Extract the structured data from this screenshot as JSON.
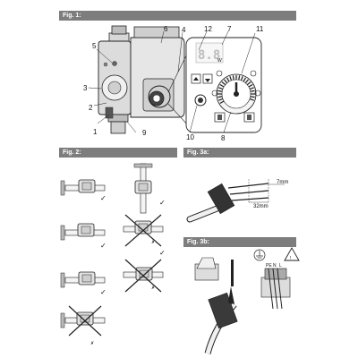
{
  "headers": {
    "fig1": "Fig. 1:",
    "fig2": "Fig. 2:",
    "fig3a": "Fig. 3a:",
    "fig3b": "Fig. 3b:"
  },
  "fig1": {
    "callouts": [
      "1",
      "2",
      "3",
      "4",
      "5",
      "6",
      "7",
      "8",
      "9",
      "10",
      "11",
      "12"
    ],
    "display_value": "8.8",
    "display_unit": "W"
  },
  "fig2": {
    "positions": [
      {
        "status": "allowed",
        "mark": "✓"
      },
      {
        "status": "allowed",
        "mark": "✓"
      },
      {
        "status": "allowed",
        "mark": "✓"
      },
      {
        "status": "allowed",
        "mark": "✓"
      },
      {
        "status": "allowed",
        "mark": "✓"
      },
      {
        "status": "not-allowed",
        "mark": "✗"
      },
      {
        "status": "not-allowed",
        "mark": "✗"
      },
      {
        "status": "not-allowed",
        "mark": "✗"
      }
    ]
  },
  "fig3a": {
    "dim_long": "32mm",
    "dim_short": "7mm"
  },
  "fig3b": {
    "terminal_labels": [
      "PE",
      "N",
      "L"
    ],
    "warning_mark": "!"
  },
  "colors": {
    "header_bg": "#7d7d7d",
    "line": "#222222",
    "body_fill": "#dcdcdc",
    "dark_fill": "#555555"
  }
}
